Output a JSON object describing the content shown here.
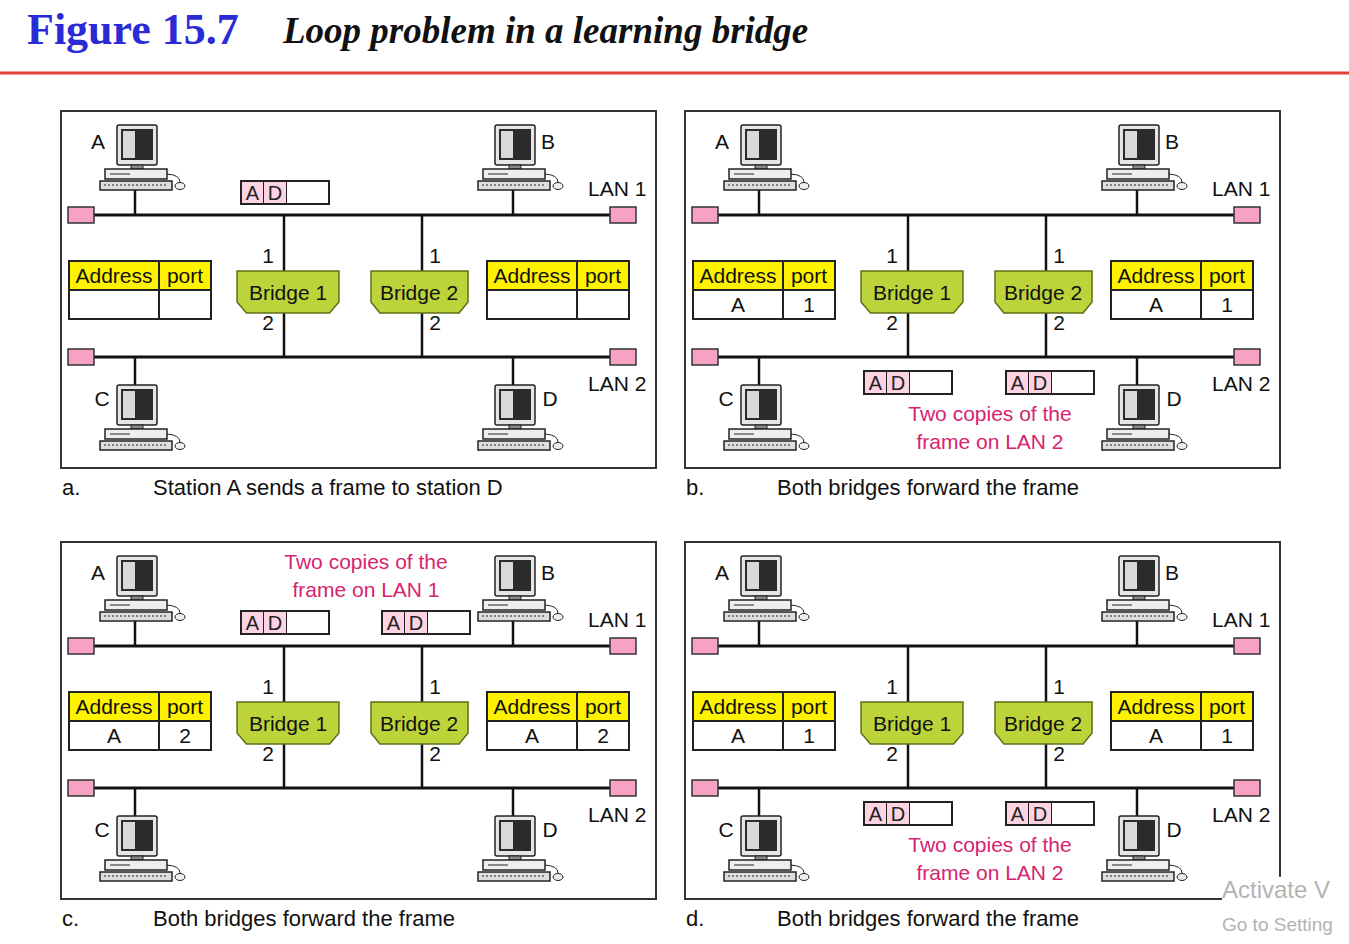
{
  "diagram": {
    "title": "Figure 15.7",
    "nodes": [
      {
        "text": [
          "a.",
          "Station A sends a frame to station D"
        ]
      },
      {
        "text": [
          "A",
          "D"
        ],
        "in": 0
      },
      {
        "text": [
          "Address",
          "port"
        ],
        "in": 0
      },
      {
        "text": [
          "Bridge 1"
        ],
        "in": 0
      },
      {
        "text": [
          "Bridge 2"
        ],
        "in": 0
      },
      {
        "text": [
          "Address",
          "port"
        ],
        "in": 0
      },
      {
        "text": [
          "b.",
          "Both bridges forward the frame"
        ]
      },
      {
        "text": [
          "Address",
          "port",
          "A",
          "1"
        ],
        "in": 6
      },
      {
        "text": [
          "Bridge 1"
        ],
        "in": 6
      },
      {
        "text": [
          "Bridge 2"
        ],
        "in": 6
      },
      {
        "text": [
          "Address",
          "port",
          "A",
          "1"
        ],
        "in": 6
      },
      {
        "text": [
          "A",
          "D"
        ],
        "in": 6
      },
      {
        "text": [
          "A",
          "D"
        ],
        "in": 6
      },
      {
        "text": [
          "c.",
          "Both bridges forward the frame"
        ]
      },
      {
        "text": [
          "A",
          "D"
        ],
        "in": 13
      },
      {
        "text": [
          "A",
          "D"
        ],
        "in": 13
      },
      {
        "text": [
          "Address",
          "port",
          "A",
          "2"
        ],
        "in": 13
      },
      {
        "text": [
          "Bridge 1"
        ],
        "in": 13
      },
      {
        "text": [
          "Bridge 2"
        ],
        "in": 13
      },
      {
        "text": [
          "Address",
          "port",
          "A",
          "2"
        ],
        "in": 13
      },
      {
        "text": [
          "d.",
          "Both bridges forward the frame"
        ]
      },
      {
        "text": [
          "Address",
          "port",
          "A",
          "1"
        ],
        "in": 20
      },
      {
        "text": [
          "Bridge 1"
        ],
        "in": 20
      },
      {
        "text": [
          "Bridge 2"
        ],
        "in": 20
      },
      {
        "text": [
          "Address",
          "port",
          "A",
          "1"
        ],
        "in": 20
      },
      {
        "text": [
          "A",
          "D"
        ],
        "in": 20
      },
      {
        "text": [
          "A",
          "D"
        ],
        "in": 20
      }
    ],
    "labels": [
      "Loop problem in a learning bridge",
      "A",
      "B",
      "LAN 1",
      "1",
      "1",
      "2",
      "2",
      "LAN 2",
      "C",
      "D",
      "A",
      "B",
      "LAN 1",
      "1",
      "1",
      "2",
      "2",
      "LAN 2",
      "C",
      "D",
      "Two copies of the frame on LAN 2",
      "A",
      "B",
      "LAN 1",
      "1",
      "1",
      "2",
      "2",
      "LAN 2",
      "C",
      "D",
      "Two copies of the frame on LAN 1",
      "A",
      "B",
      "LAN 1",
      "1",
      "1",
      "2",
      "2",
      "LAN 2",
      "C",
      "D",
      "Two copies of the frame on LAN 2",
      "Activate V",
      "Go to Setting"
    ]
  }
}
